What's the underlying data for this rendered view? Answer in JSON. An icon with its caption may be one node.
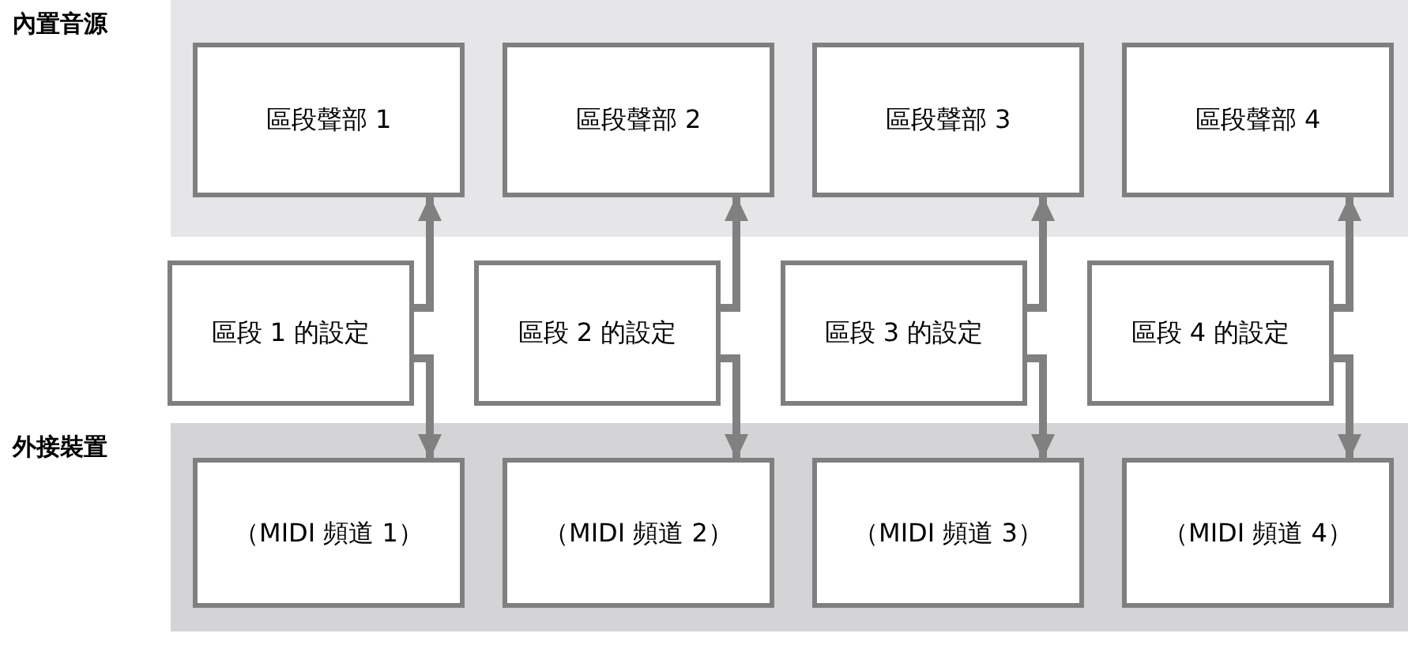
{
  "diagram": {
    "nodes": [
      {
        "text": [
          "內置音源"
        ]
      },
      {
        "text": [
          "區段聲部 1"
        ],
        "in": 0
      },
      {
        "text": [
          "區段聲部 2"
        ],
        "in": 0
      },
      {
        "text": [
          "區段聲部 3"
        ],
        "in": 0
      },
      {
        "text": [
          "區段聲部 4"
        ],
        "in": 0
      },
      {
        "text": [
          "區段 1 的設定"
        ]
      },
      {
        "text": [
          "區段 2 的設定"
        ]
      },
      {
        "text": [
          "區段 3 的設定"
        ]
      },
      {
        "text": [
          "區段 4 的設定"
        ]
      },
      {
        "text": [
          "外接裝置"
        ]
      },
      {
        "text": [
          "（MIDI 頻道 1）"
        ],
        "in": 9
      },
      {
        "text": [
          "（MIDI 頻道 2）"
        ],
        "in": 9
      },
      {
        "text": [
          "（MIDI 頻道 3）"
        ],
        "in": 9
      },
      {
        "text": [
          "（MIDI 頻道 4）"
        ],
        "in": 9
      }
    ],
    "edges": [
      {
        "from": 5,
        "to": 1,
        "arrow": "to"
      },
      {
        "from": 5,
        "to": 10,
        "arrow": "to"
      },
      {
        "from": 6,
        "to": 2,
        "arrow": "to"
      },
      {
        "from": 6,
        "to": 11,
        "arrow": "to"
      },
      {
        "from": 7,
        "to": 3,
        "arrow": "to"
      },
      {
        "from": 7,
        "to": 12,
        "arrow": "to"
      },
      {
        "from": 8,
        "to": 4,
        "arrow": "to"
      },
      {
        "from": 8,
        "to": 13,
        "arrow": "to"
      }
    ]
  }
}
